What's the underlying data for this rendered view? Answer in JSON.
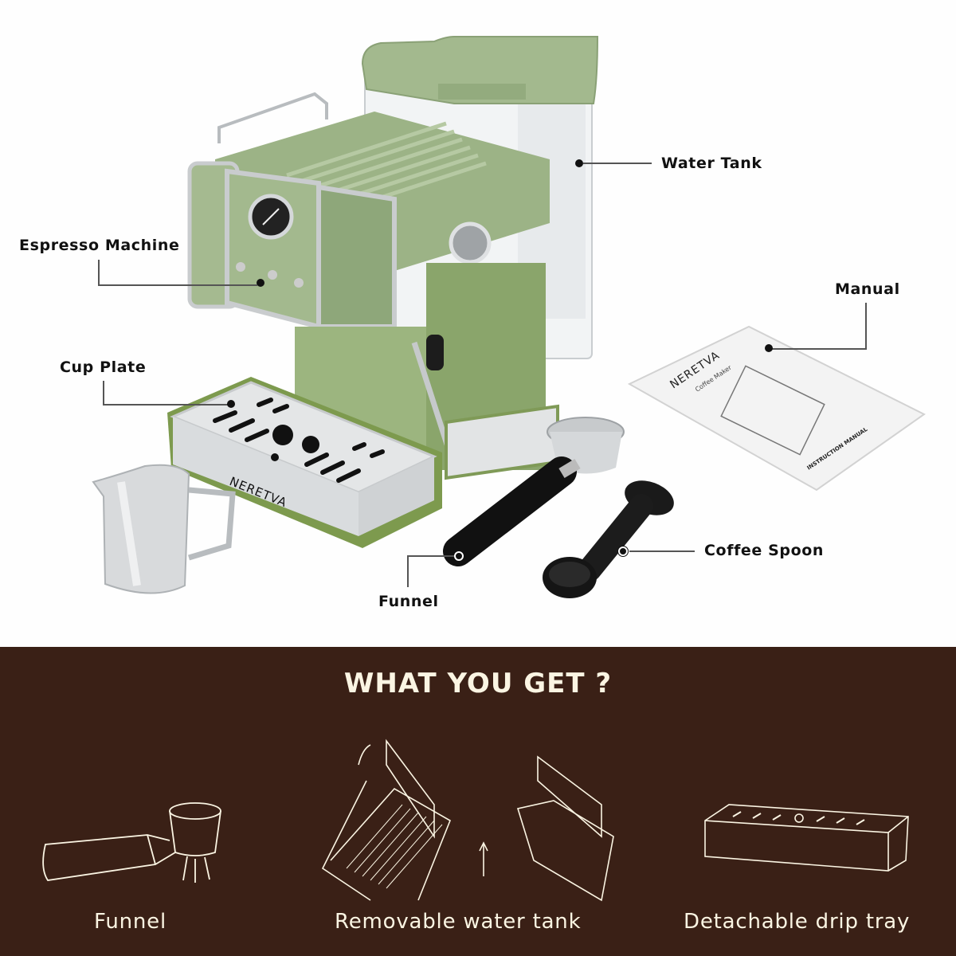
{
  "product": {
    "brand": "NERETVA",
    "colors": {
      "machine_green": "#9cb386",
      "chrome": "#c9ccce",
      "banner_brown": "#3a2016",
      "banner_text": "#fbf5e3",
      "label_text": "#111111"
    }
  },
  "callouts": {
    "water_tank": "Water Tank",
    "espresso_machine": "Espresso Machine",
    "manual": "Manual",
    "cup_plate": "Cup Plate",
    "coffee_spoon": "Coffee Spoon",
    "funnel": "Funnel"
  },
  "manual_cover": {
    "brand": "NERETVA",
    "subtitle": "Coffee Maker",
    "footer": "INSTRUCTION MANUAL"
  },
  "drip_tray_brand": "NERETVA",
  "banner": {
    "title": "WHAT YOU GET ?",
    "features": [
      {
        "icon": "portafilter-icon",
        "label": "Funnel"
      },
      {
        "icon": "water-tank-icon",
        "label": "Removable water tank"
      },
      {
        "icon": "drip-tray-icon",
        "label": "Detachable drip tray"
      }
    ]
  }
}
